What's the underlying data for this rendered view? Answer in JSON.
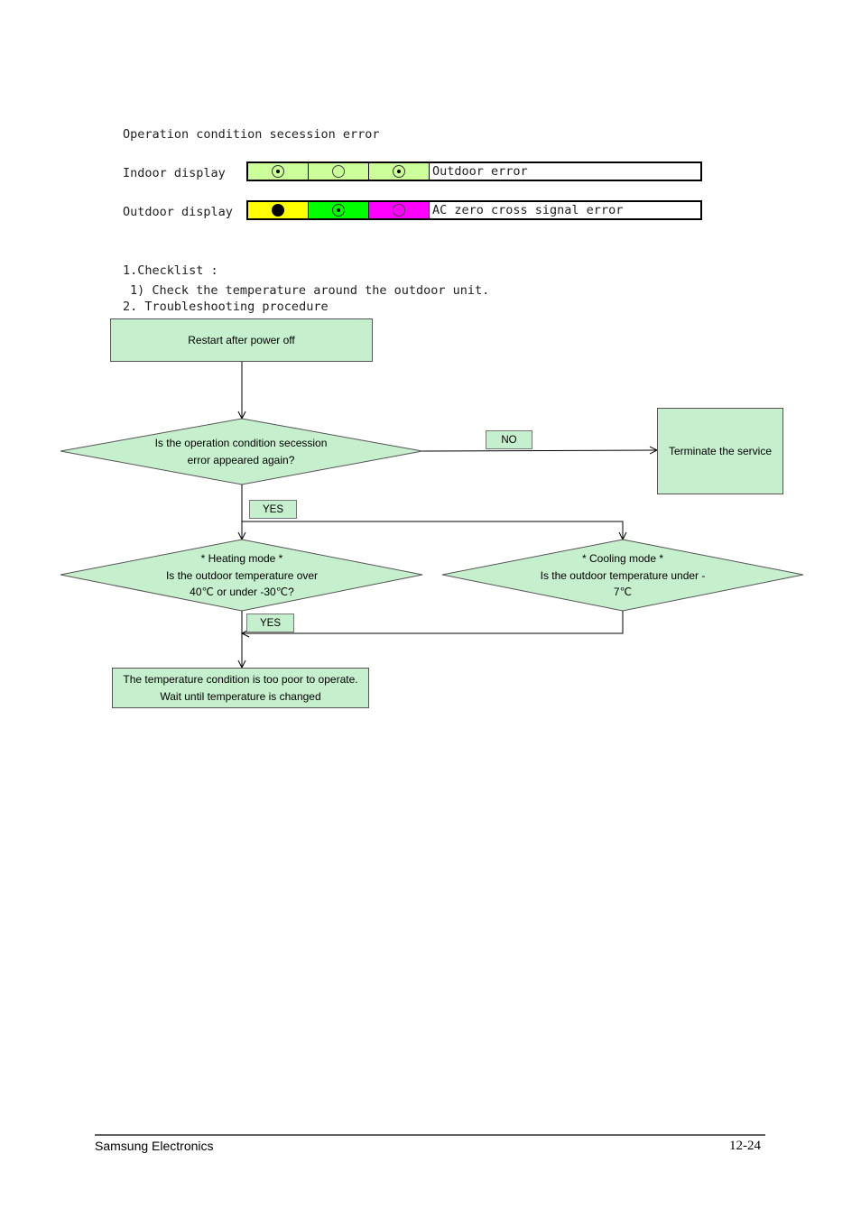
{
  "header": {
    "title": "Operation condition secession error"
  },
  "indicators": {
    "indoor": {
      "label": "Indoor display",
      "leds": [
        {
          "color": "#ccff99",
          "state": "blink"
        },
        {
          "color": "#ccff99",
          "state": "off"
        },
        {
          "color": "#ccff99",
          "state": "blink"
        }
      ],
      "description": "Outdoor error"
    },
    "outdoor": {
      "label": "Outdoor display",
      "leds": [
        {
          "color": "#ffff00",
          "state": "on"
        },
        {
          "color": "#00ff00",
          "state": "blink"
        },
        {
          "color": "#ff00ff",
          "state": "off"
        }
      ],
      "description": "AC zero cross signal error"
    }
  },
  "checklist": {
    "heading": "1.Checklist :",
    "items": [
      "1) Check the temperature around the outdoor unit."
    ]
  },
  "procedure": {
    "heading": "2. Troubleshooting procedure"
  },
  "flowchart": {
    "start": "Restart after power off",
    "decision1": [
      "Is the operation condition secession",
      "error appeared again?"
    ],
    "no_label": "NO",
    "terminate": "Terminate the service",
    "yes_label_1": "YES",
    "heating": [
      "*  Heating mode *",
      "Is the outdoor temperature over",
      "40℃ or under -30℃?"
    ],
    "cooling": [
      "*  Cooling mode *",
      "Is the outdoor temperature under -",
      "7℃"
    ],
    "yes_label_2": "YES",
    "result": [
      "The temperature condition is too poor to operate.",
      "Wait until temperature is changed"
    ]
  },
  "footer": {
    "company": "Samsung Electronics",
    "page": "12-24"
  }
}
